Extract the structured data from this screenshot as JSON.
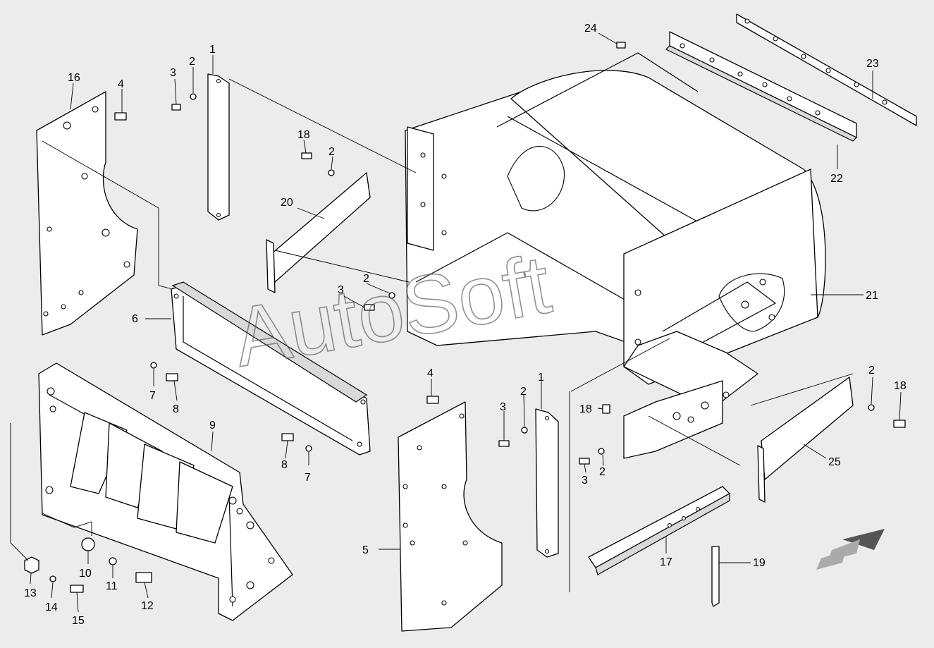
{
  "watermark": "AutoSoft",
  "callouts": [
    {
      "id": "c1a",
      "number": "1"
    },
    {
      "id": "c1b",
      "number": "1"
    },
    {
      "id": "c2a",
      "number": "2"
    },
    {
      "id": "c2b",
      "number": "2"
    },
    {
      "id": "c2c",
      "number": "2"
    },
    {
      "id": "c2d",
      "number": "2"
    },
    {
      "id": "c2e",
      "number": "2"
    },
    {
      "id": "c2f",
      "number": "2"
    },
    {
      "id": "c3a",
      "number": "3"
    },
    {
      "id": "c3b",
      "number": "3"
    },
    {
      "id": "c3c",
      "number": "3"
    },
    {
      "id": "c3d",
      "number": "3"
    },
    {
      "id": "c4a",
      "number": "4"
    },
    {
      "id": "c4b",
      "number": "4"
    },
    {
      "id": "c5",
      "number": "5"
    },
    {
      "id": "c6",
      "number": "6"
    },
    {
      "id": "c7a",
      "number": "7"
    },
    {
      "id": "c7b",
      "number": "7"
    },
    {
      "id": "c8a",
      "number": "8"
    },
    {
      "id": "c8b",
      "number": "8"
    },
    {
      "id": "c9",
      "number": "9"
    },
    {
      "id": "c10",
      "number": "10"
    },
    {
      "id": "c11",
      "number": "11"
    },
    {
      "id": "c12",
      "number": "12"
    },
    {
      "id": "c13",
      "number": "13"
    },
    {
      "id": "c14",
      "number": "14"
    },
    {
      "id": "c15",
      "number": "15"
    },
    {
      "id": "c16",
      "number": "16"
    },
    {
      "id": "c17",
      "number": "17"
    },
    {
      "id": "c18a",
      "number": "18"
    },
    {
      "id": "c18b",
      "number": "18"
    },
    {
      "id": "c18c",
      "number": "18"
    },
    {
      "id": "c19",
      "number": "19"
    },
    {
      "id": "c20",
      "number": "20"
    },
    {
      "id": "c21",
      "number": "21"
    },
    {
      "id": "c22",
      "number": "22"
    },
    {
      "id": "c23",
      "number": "23"
    },
    {
      "id": "c24",
      "number": "24"
    },
    {
      "id": "c25",
      "number": "25"
    }
  ],
  "colors": {
    "background": "#ececec",
    "line": "#000000",
    "watermark": "#555555"
  }
}
